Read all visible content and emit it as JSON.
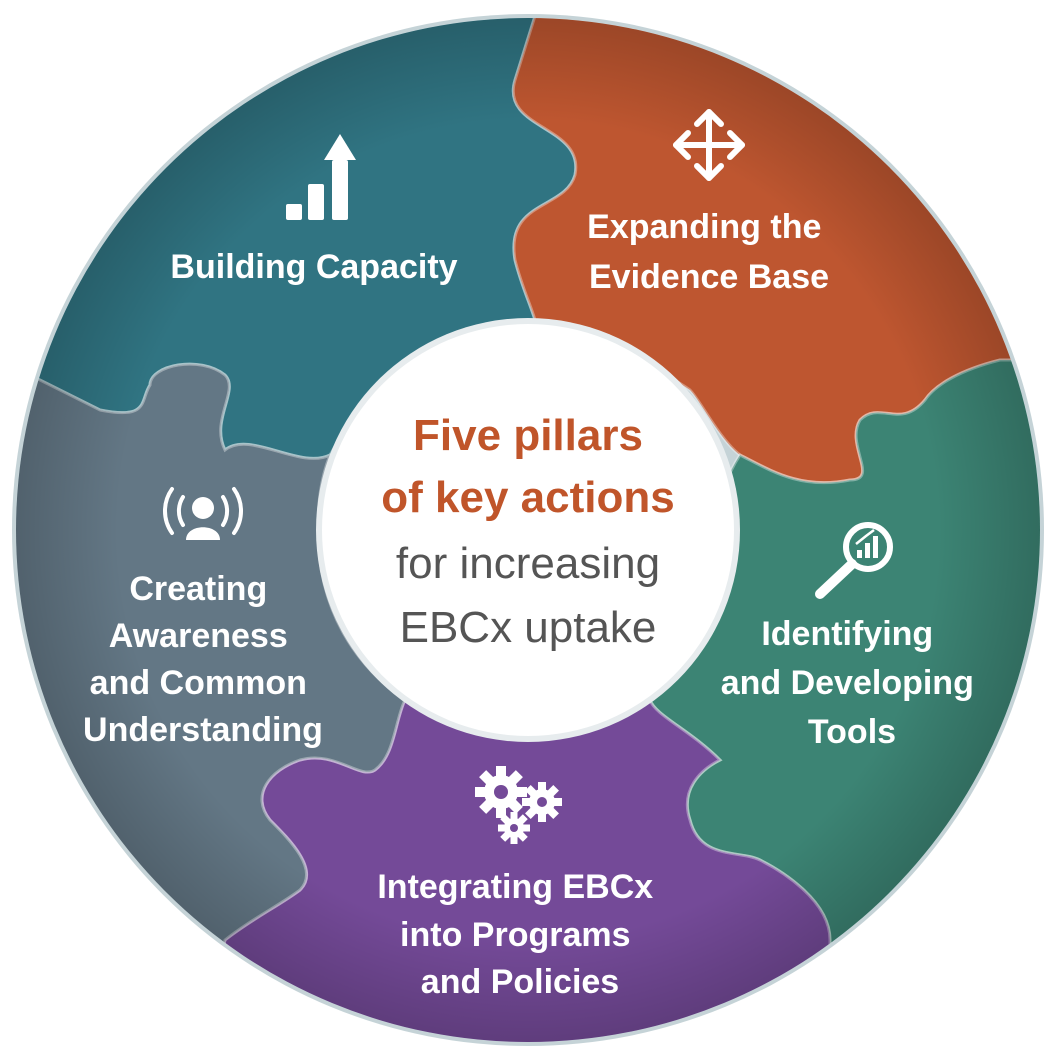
{
  "center": {
    "line1": "Five pillars",
    "line2": "of key actions",
    "line3": "for increasing",
    "line4": "EBCx uptake"
  },
  "pillars": [
    {
      "key": "building-capacity",
      "lines": [
        "Building Capacity"
      ],
      "color": "#307482",
      "icon": "bar-chart-arrow-icon"
    },
    {
      "key": "expanding-evidence",
      "lines": [
        "Expanding the",
        "Evidence Base"
      ],
      "color": "#be5630",
      "icon": "expand-arrows-icon"
    },
    {
      "key": "identifying-tools",
      "lines": [
        "Identifying",
        "and Developing",
        "Tools"
      ],
      "color": "#3c8474",
      "icon": "magnifier-chart-icon"
    },
    {
      "key": "integrating-ebcx",
      "lines": [
        "Integrating EBCx",
        "into Programs",
        "and Policies"
      ],
      "color": "#744a98",
      "icon": "gears-icon"
    },
    {
      "key": "creating-awareness",
      "lines": [
        "Creating",
        "Awareness",
        "and Common",
        "Understanding"
      ],
      "color": "#637785",
      "icon": "broadcast-person-icon"
    }
  ],
  "colors": {
    "accent": "#c0552a",
    "dark_text": "#555555",
    "center_fill": "#ffffff"
  }
}
